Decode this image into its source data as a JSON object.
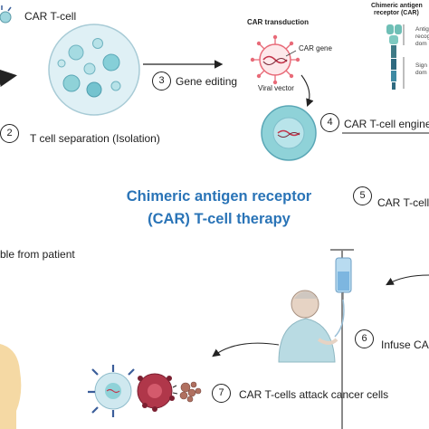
{
  "title_line1": "Chimeric antigen receptor",
  "title_line2": "(CAR) T-cell therapy",
  "car_tcell_label": "CAR T-cell",
  "steps": [
    {
      "num": "2",
      "label": "T cell separation (Isolation)"
    },
    {
      "num": "3",
      "label": "Gene editing"
    },
    {
      "num": "4",
      "label": "CAR T-cell  engine"
    },
    {
      "num": "5",
      "label": "CAR T-cell"
    },
    {
      "num": "6",
      "label": "Infuse CAR"
    },
    {
      "num": "7",
      "label": "CAR T-cells attack cancer cells"
    }
  ],
  "sample_label": "ble from patient",
  "car_transduction": {
    "title": "CAR transduction",
    "gene": "CAR gene",
    "vector": "Viral vector"
  },
  "receptor": {
    "title_line1": "Chimeric antigen",
    "title_line2": "receptor (CAR)",
    "side1": "Antig",
    "side2": "recog",
    "side3": "dom",
    "side4": "Sign",
    "side5": "dom"
  },
  "colors": {
    "accent": "#2a74b7",
    "cell": "#8fd2d8",
    "virus": "#e86a78",
    "cancer": "#b0374a"
  }
}
